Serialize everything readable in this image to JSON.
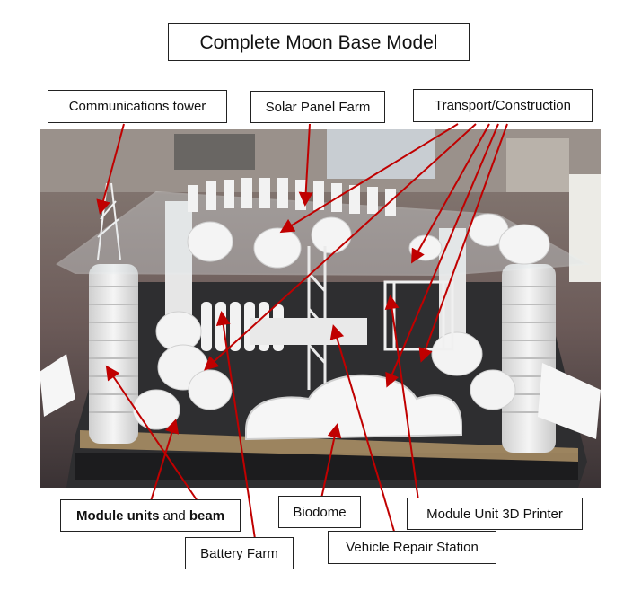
{
  "title": "Complete Moon Base Model",
  "labels": {
    "communications_tower": "Communications tower",
    "solar_panel_farm": "Solar Panel Farm",
    "transport_construction": "Transport/Construction",
    "module_units_bold": "Module units",
    "module_units_and": " and ",
    "module_units_beam": "beam",
    "battery_farm": "Battery Farm",
    "biodome": "Biodome",
    "vehicle_repair_station": "Vehicle Repair Station",
    "module_unit_3d_printer": "Module Unit 3D Printer"
  },
  "colors": {
    "arrow": "#c00000",
    "model": "#eeeeee"
  }
}
